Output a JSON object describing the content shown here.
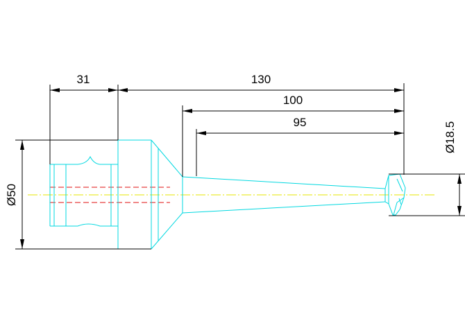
{
  "drawing": {
    "colors": {
      "dimension": "#000000",
      "outline": "#00d8e0",
      "centerline": "#e6e600",
      "hidden": "#e01010",
      "background": "#ffffff"
    },
    "dimensions": {
      "shank_length": "31",
      "overall_length": "130",
      "reach_100": "100",
      "reach_95": "95",
      "shank_diameter": "Ø50",
      "tip_diameter": "Ø18.5"
    }
  }
}
